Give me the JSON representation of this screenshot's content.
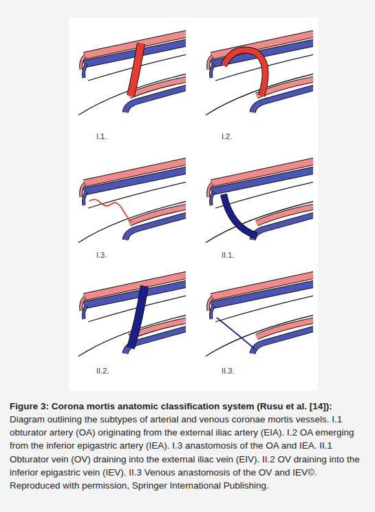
{
  "diagram": {
    "title": "Figure 3: Corona mortis anatomic classification system (Rusu et al. [14]):",
    "caption": "Diagram outlining the subtypes of arterial and venous coronae mortis vessels. I.1 obturator artery (OA) originating from the external iliac artery (EIA). I.2 OA emerging from the inferior epigastric artery (IEA). I.3 anastomosis of the OA and IEA. II.1 Obturator vein (OV) draining into the external iliac vein (EIV). II.2 OV draining into the inferior epigastric vein (IEV). II.3 Venous anastomosis of the OV and IEV©. Reproduced with permission, Springer International Publishing.",
    "labels": [
      "I.1.",
      "I.2.",
      "I.3.",
      "II.1.",
      "II.2.",
      "II.3."
    ]
  }
}
